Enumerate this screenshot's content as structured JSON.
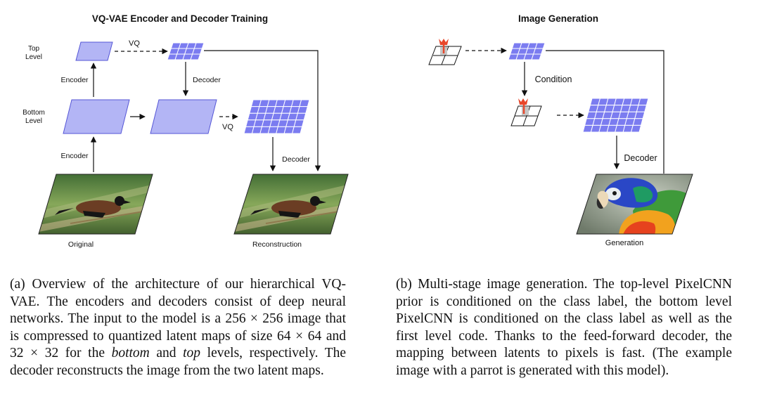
{
  "panel_a": {
    "title": "VQ-VAE Encoder and Decoder Training",
    "top_level_label": [
      "Top",
      "Level"
    ],
    "bottom_level_label": [
      "Bottom",
      "Level"
    ],
    "vq_top": "VQ",
    "vq_bottom": "VQ",
    "encoder_top": "Encoder",
    "encoder_bottom": "Encoder",
    "decoder_mid": "Decoder",
    "decoder_right": "Decoder",
    "original_label": "Original",
    "reconstruction_label": "Reconstruction"
  },
  "panel_b": {
    "title": "Image Generation",
    "condition_label": "Condition",
    "decoder_label": "Decoder",
    "generation_label": "Generation"
  },
  "caption_a": {
    "p1": "(a) Overview of the architecture of our hierarchical VQ-VAE. The encoders and decoders consist of deep neural networks. The input to the model is a 256 × 256 image that is compressed to quantized latent maps of size 64 × 64 and 32 × 32 for the ",
    "bottom": "bottom",
    "and": " and ",
    "top": "top",
    "p2": " levels, respectively. The decoder reconstructs the image from the two latent maps."
  },
  "caption_b": {
    "text": "(b) Multi-stage image generation. The top-level PixelCNN prior is conditioned on the class label, the bottom level PixelCNN is conditioned on the class label as well as the first level code. Thanks to the feed-forward decoder, the mapping between latents to pixels is fast. (The example image with a parrot is generated with this model)."
  },
  "colors": {
    "latent_fill": "#b3b5f5",
    "latent_stroke": "#5556d6",
    "grid_fill": "#7b7cf0",
    "grid_stroke": "#ffffff",
    "arrow": "#111111",
    "pixelcnn_red": "#e8462a"
  }
}
